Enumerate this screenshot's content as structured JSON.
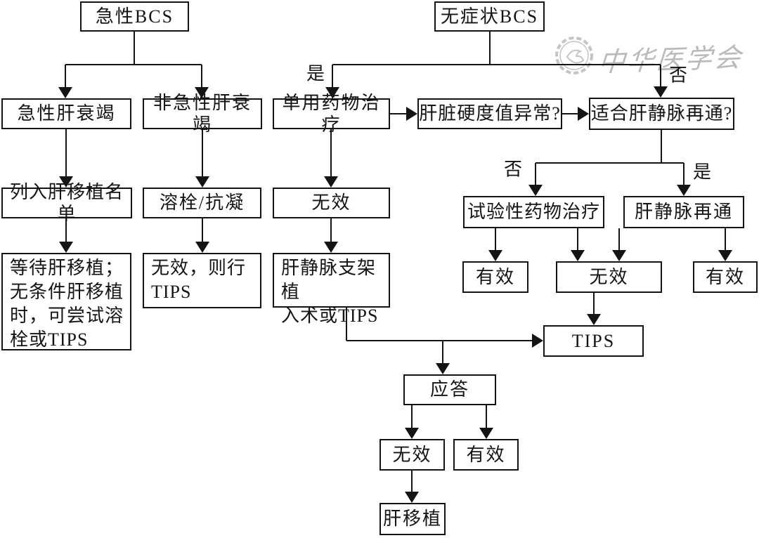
{
  "watermark": {
    "text": "中华医学会"
  },
  "nodes": {
    "acute_bcs": {
      "label": "急性BCS"
    },
    "asymptomatic_bcs": {
      "label": "无症状BCS"
    },
    "acute_liver_failure": {
      "label": "急性肝衰竭"
    },
    "non_acute_liver_failure": {
      "label": "非急性肝衰竭"
    },
    "drug_therapy_alone": {
      "label": "单用药物治疗"
    },
    "liver_stiffness": {
      "label": "肝脏硬度值异常?"
    },
    "recan_suitable": {
      "label": "适合肝静脉再通?"
    },
    "transplant_list": {
      "label": "列入肝移植名单"
    },
    "thrombolysis": {
      "label": "溶栓/抗凝"
    },
    "ineffective_mid": {
      "label": "无效"
    },
    "wait_transplant": {
      "label": "等待肝移植；\n无条件肝移植\n时，可尝试溶\n栓或TIPS"
    },
    "ineffective_then_tips": {
      "label": "无效，则行\nTIPS"
    },
    "stent_or_tips": {
      "label": "肝静脉支架植\n入术或TIPS"
    },
    "trial_drug": {
      "label": "试验性药物治疗"
    },
    "hv_recan": {
      "label": "肝静脉再通"
    },
    "effective_left": {
      "label": "有效"
    },
    "ineffective_right": {
      "label": "无效"
    },
    "effective_right": {
      "label": "有效"
    },
    "tips": {
      "label": "TIPS"
    },
    "response": {
      "label": "应答"
    },
    "ineffective_bottom": {
      "label": "无效"
    },
    "effective_bottom": {
      "label": "有效"
    },
    "liver_transplant": {
      "label": "肝移植"
    }
  },
  "edge_labels": {
    "yes_left": "是",
    "no_right": "否",
    "no_mid": "否",
    "yes_mid": "是"
  },
  "colors": {
    "line": "#141414",
    "box_border": "#141414",
    "watermark_gray": "#8a8a8a"
  }
}
